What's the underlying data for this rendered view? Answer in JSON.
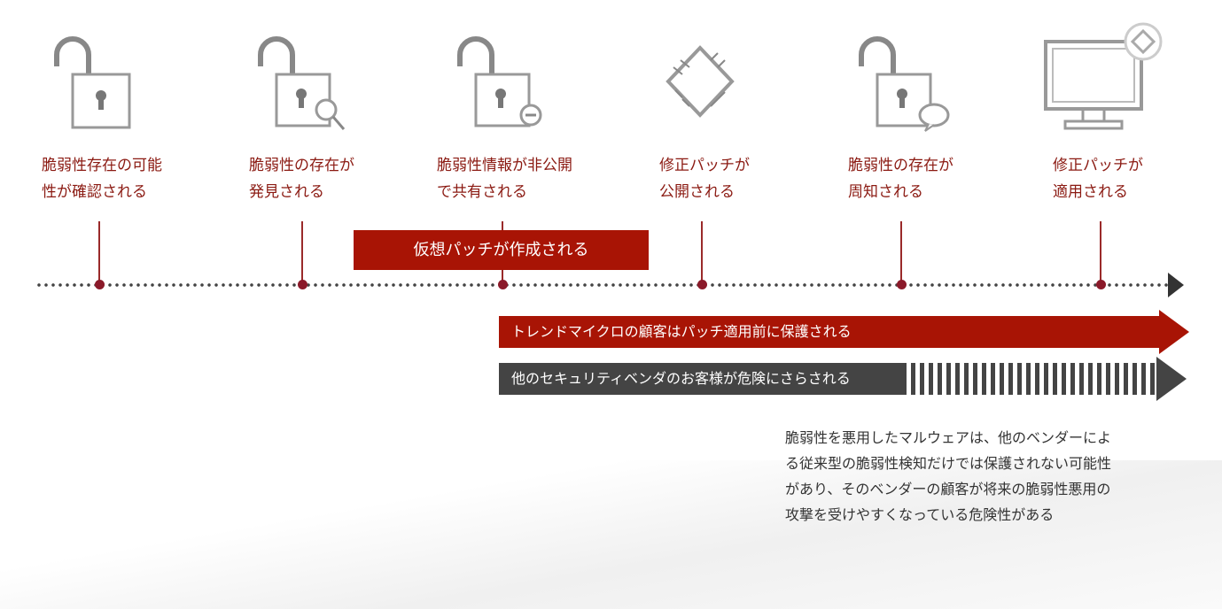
{
  "events": [
    {
      "icon": "open-lock-icon",
      "line1": "脆弱性存在の可能",
      "line2": "性が確認される"
    },
    {
      "icon": "lock-search-icon",
      "line1": "脆弱性の存在が",
      "line2": "発見される"
    },
    {
      "icon": "lock-minus-icon",
      "line1": "脆弱性情報が非公開",
      "line2": "で共有される"
    },
    {
      "icon": "patch-icon",
      "line1": "修正パッチが",
      "line2": "公開される"
    },
    {
      "icon": "lock-speech-icon",
      "line1": "脆弱性の存在が",
      "line2": "周知される"
    },
    {
      "icon": "monitor-patch-icon",
      "line1": "修正パッチが",
      "line2": "適用される"
    }
  ],
  "virtual_patch_label": "仮想パッチが作成される",
  "trend_bar_label": "トレンドマイクロの顧客はパッチ適用前に保護される",
  "other_bar_label": "他のセキュリティベンダのお客様が危険にさらされる",
  "note_lines": [
    "脆弱性を悪用したマルウェアは、他のベンダーによ",
    "る従来型の脆弱性検知だけでは保護されない可能性",
    "があり、そのベンダーの顧客が将来の脆弱性悪用の",
    "攻撃を受けやすくなっている危険性がある"
  ],
  "colors": {
    "accent": "#a81405",
    "label": "#8b1a12",
    "dark": "#444444",
    "icon": "#8a8a8a"
  }
}
